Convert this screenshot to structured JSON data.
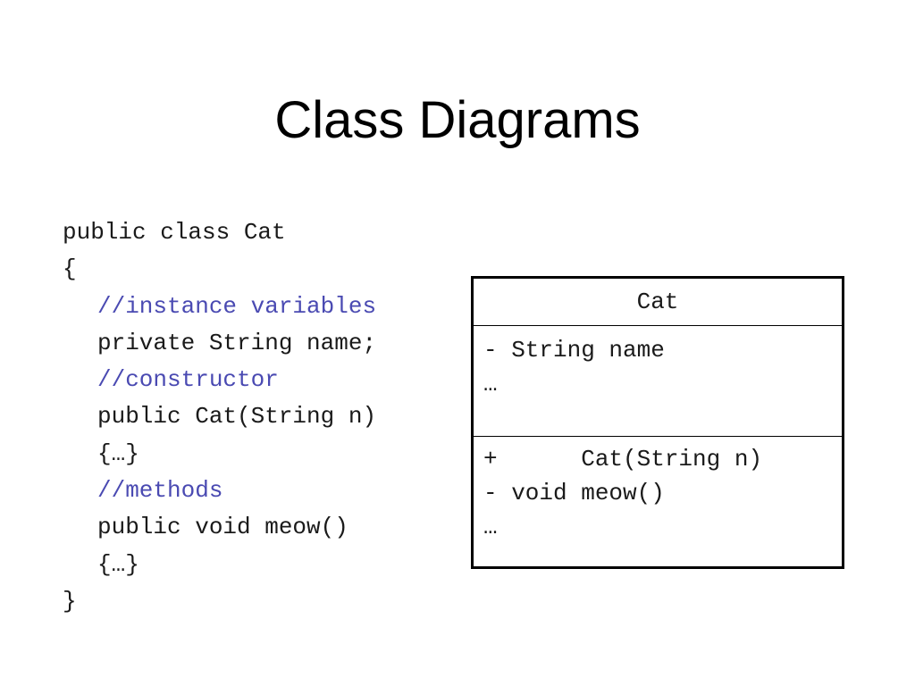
{
  "slide": {
    "title": "Class Diagrams"
  },
  "code": {
    "lines": [
      {
        "text": "public class Cat",
        "kind": "code",
        "indent": 0
      },
      {
        "text": "{",
        "kind": "code",
        "indent": 0
      },
      {
        "text": "//instance variables",
        "kind": "comment",
        "indent": 1
      },
      {
        "text": "private String name;",
        "kind": "code",
        "indent": 1
      },
      {
        "text": "//constructor",
        "kind": "comment",
        "indent": 1
      },
      {
        "text": "public Cat(String n)",
        "kind": "code",
        "indent": 1
      },
      {
        "text": "{…}",
        "kind": "code",
        "indent": 1
      },
      {
        "text": "//methods",
        "kind": "comment",
        "indent": 1
      },
      {
        "text": "public void meow()",
        "kind": "code",
        "indent": 1
      },
      {
        "text": "{…}",
        "kind": "code",
        "indent": 1
      },
      {
        "text": "}",
        "kind": "code",
        "indent": 0
      }
    ],
    "comment_color": "#4a4ab2"
  },
  "uml": {
    "class_name": "Cat",
    "attributes": [
      "- String name",
      "…"
    ],
    "methods": [
      "+      Cat(String n)",
      "- void meow()",
      "…"
    ]
  }
}
